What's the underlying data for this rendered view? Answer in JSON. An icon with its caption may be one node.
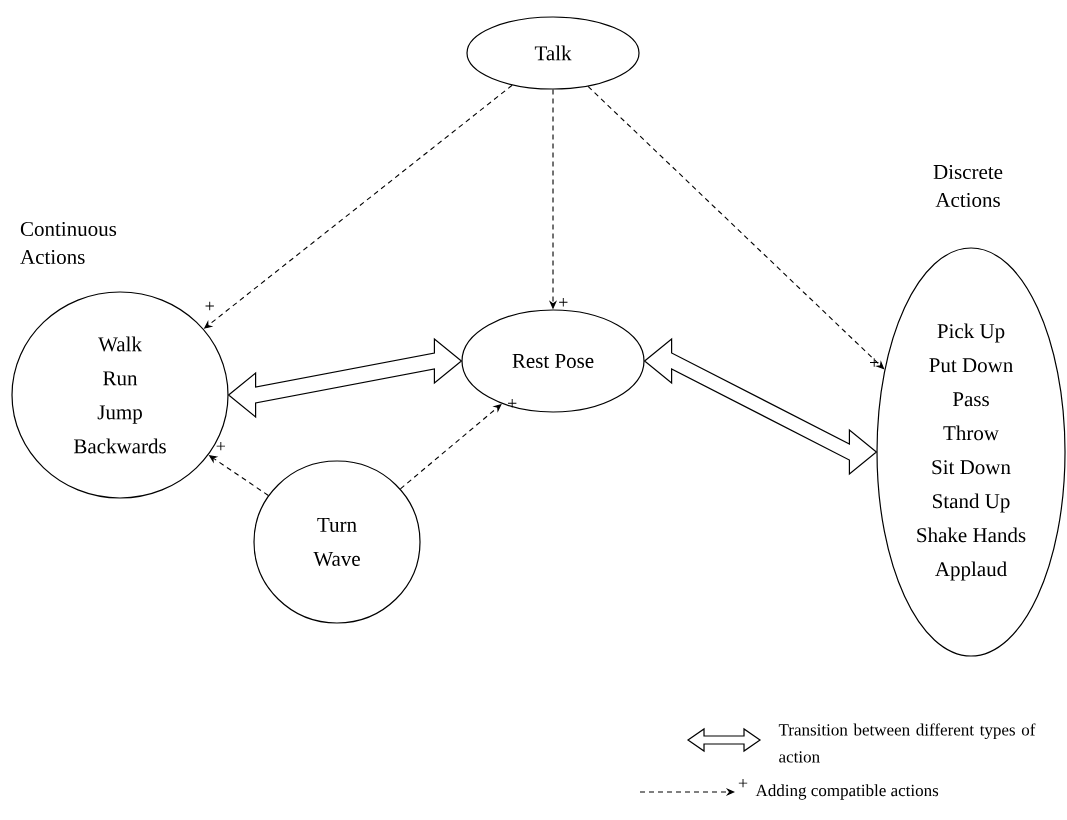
{
  "diagram": {
    "nodes": [
      {
        "text": [
          "Talk"
        ]
      },
      {
        "text": [
          "Continuous Actions",
          "Walk",
          "Run",
          "Jump",
          "Backwards"
        ]
      },
      {
        "text": [
          "Rest Pose"
        ]
      },
      {
        "text": [
          "Discrete Actions",
          "Pick Up",
          "Put Down",
          "Pass",
          "Throw",
          "Sit Down",
          "Stand Up",
          "Shake Hands",
          "Applaud"
        ]
      },
      {
        "text": [
          "Turn",
          "Wave"
        ]
      }
    ],
    "edges": [
      {
        "from": 0,
        "to": 1,
        "arrow": "to",
        "style": "dashed",
        "label": "+"
      },
      {
        "from": 0,
        "to": 2,
        "arrow": "to",
        "style": "dashed",
        "label": "+"
      },
      {
        "from": 0,
        "to": 3,
        "arrow": "to",
        "style": "dashed",
        "label": "+"
      },
      {
        "from": 1,
        "to": 2,
        "arrow": "both"
      },
      {
        "from": 2,
        "to": 3,
        "arrow": "both"
      },
      {
        "from": 4,
        "to": 1,
        "arrow": "to",
        "style": "dashed",
        "label": "+"
      },
      {
        "from": 4,
        "to": 2,
        "arrow": "to",
        "style": "dashed",
        "label": "+"
      }
    ],
    "labels": [
      "+"
    ],
    "legend": [
      {
        "text": "Transition between different types of action"
      },
      {
        "text": "Adding compatible actions"
      }
    ]
  }
}
